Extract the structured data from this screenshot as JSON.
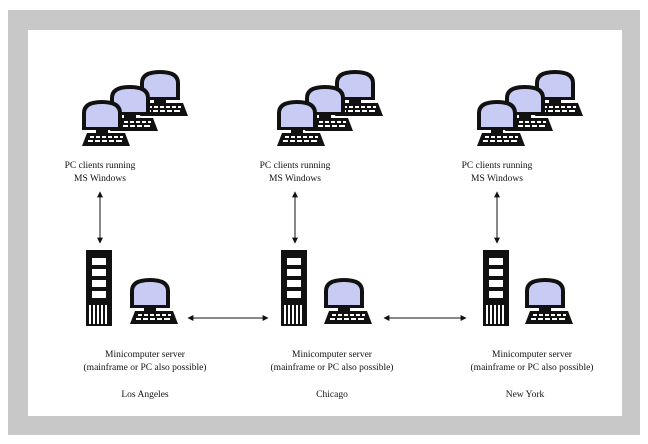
{
  "colors": {
    "frame": "#c8c8c8",
    "screen": "#c8ccf4",
    "ink": "#111111"
  },
  "icons": [
    "monitor-icon",
    "keyboard-icon",
    "server-tower-icon",
    "arrow-icon"
  ],
  "sites": [
    {
      "clients_line1": "PC clients running",
      "clients_line2": "MS Windows",
      "server_line1": "Minicomputer server",
      "server_line2": "(mainframe or PC also possible)",
      "city": "Los Angeles"
    },
    {
      "clients_line1": "PC clients running",
      "clients_line2": "MS Windows",
      "server_line1": "Minicomputer server",
      "server_line2": "(mainframe or PC also possible)",
      "city": "Chicago"
    },
    {
      "clients_line1": "PC clients running",
      "clients_line2": "MS Windows",
      "server_line1": "Minicomputer server",
      "server_line2": "(mainframe or PC also possible)",
      "city": "New York"
    }
  ]
}
